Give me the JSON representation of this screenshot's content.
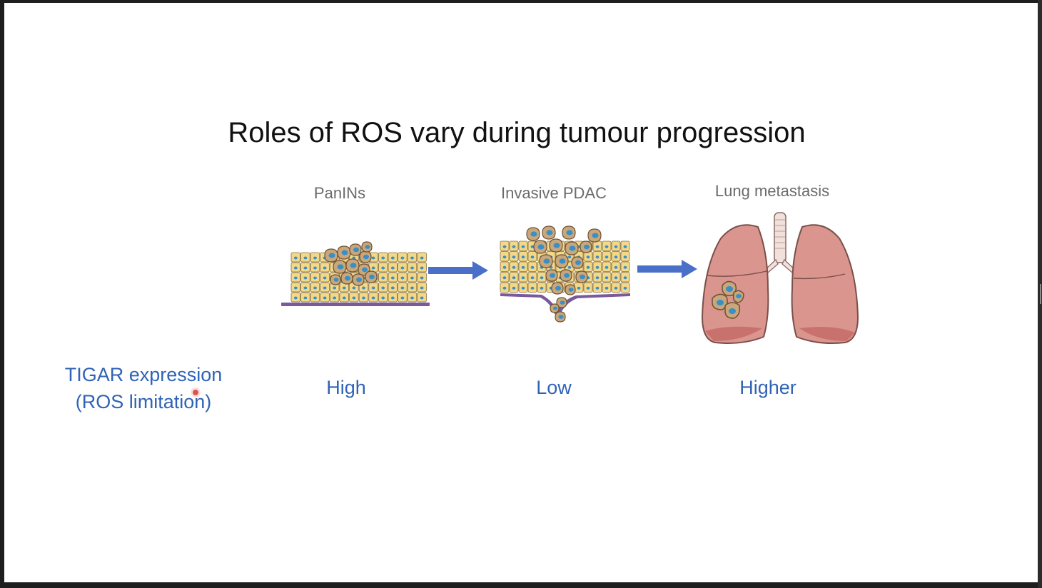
{
  "slide": {
    "title": "Roles of ROS vary during tumour progression"
  },
  "stages": [
    {
      "label": "PanINs",
      "illustration": "panin-tissue"
    },
    {
      "label": "Invasive PDAC",
      "illustration": "invasive-pdac-tissue"
    },
    {
      "label": "Lung metastasis",
      "illustration": "lungs-with-metastasis"
    }
  ],
  "row": {
    "label_line1": "TIGAR expression",
    "label_line2": "(ROS limitation)",
    "values": [
      "High",
      "Low",
      "Higher"
    ]
  },
  "colors": {
    "title": "#111111",
    "stage_label": "#6b6b6b",
    "accent_blue": "#2f63b6",
    "arrow": "#4a6fc9",
    "cell_fill": "#f2d98a",
    "nucleus": "#3a8fc7",
    "tumour_cell": "#c9a77a",
    "basement_membrane": "#7a5a9a",
    "lung_fill": "#d9958e"
  },
  "icons": [
    "right-arrow-icon",
    "right-arrow-icon"
  ]
}
